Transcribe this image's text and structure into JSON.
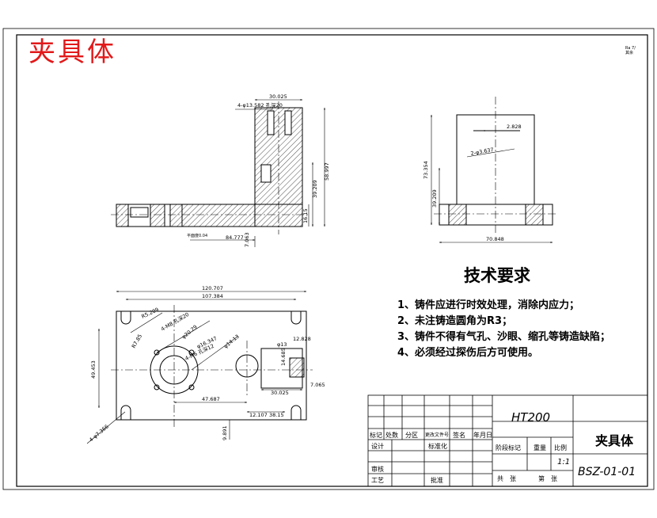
{
  "heading": "夹具体",
  "corner_mark": [
    "Ra 7/",
    "其余"
  ],
  "technical_requirements": {
    "title": "技术要求",
    "items": [
      "1、铸件应进行时效处理，消除内应力；",
      "2、未注铸造圆角为R3；",
      "3、铸件不得有气孔、沙眼、缩孔等铸造缺陷；",
      "4、必须经过探伤后方可使用。"
    ]
  },
  "front_view_dims": {
    "top_width": "30.025",
    "holes_note": "4-φ13.582 孔深20",
    "height_right": "58.997",
    "height_mid": "39.209",
    "step_height": "16.15",
    "base_length": "84.777",
    "bottom_small": "7.063",
    "section_note": "平面度0.04"
  },
  "side_view_dims": {
    "top_gap": "2.828",
    "hole_note": "2-φ3.637",
    "total_height": "73.354",
    "lower_height": "39.209",
    "base_width": "70.848"
  },
  "plan_view_dims": {
    "overall_length": "120.707",
    "hole_spacing": "107.384",
    "corner_radius": "R5.209",
    "r_small": "R7.85",
    "thread_note_1": "4-M8 孔深20",
    "thread_note_2": "4-M6 孔深12",
    "pcd": "φ16.347",
    "dia_1": "φ20.29",
    "dia_2": "φ14.13",
    "dia_3": "φ13",
    "dim_12828": "12.828",
    "dim_14685": "14.685",
    "dim_30025": "30.025",
    "dim_7065": "7.065",
    "left_height": "49.453",
    "mid_length": "47.687",
    "dim_12107": "12.107",
    "dim_3815": "38.15",
    "dim_9891": "9.891",
    "slot_note": "4-φ7.366"
  },
  "title_block": {
    "material": "HT200",
    "part_name": "夹具体",
    "drawing_no": "BSZ-01-01",
    "scale": "1:1",
    "revision_headers": [
      "标记",
      "处数",
      "分区",
      "更改文件号",
      "签名",
      "年月日"
    ],
    "design": "设计",
    "standardize": "标准化",
    "review": "审核",
    "process": "工艺",
    "approve": "批准",
    "stage_headers": [
      "阶段标记",
      "重量",
      "比例"
    ],
    "sheet_total": "共　张",
    "sheet_no": "第　张"
  }
}
